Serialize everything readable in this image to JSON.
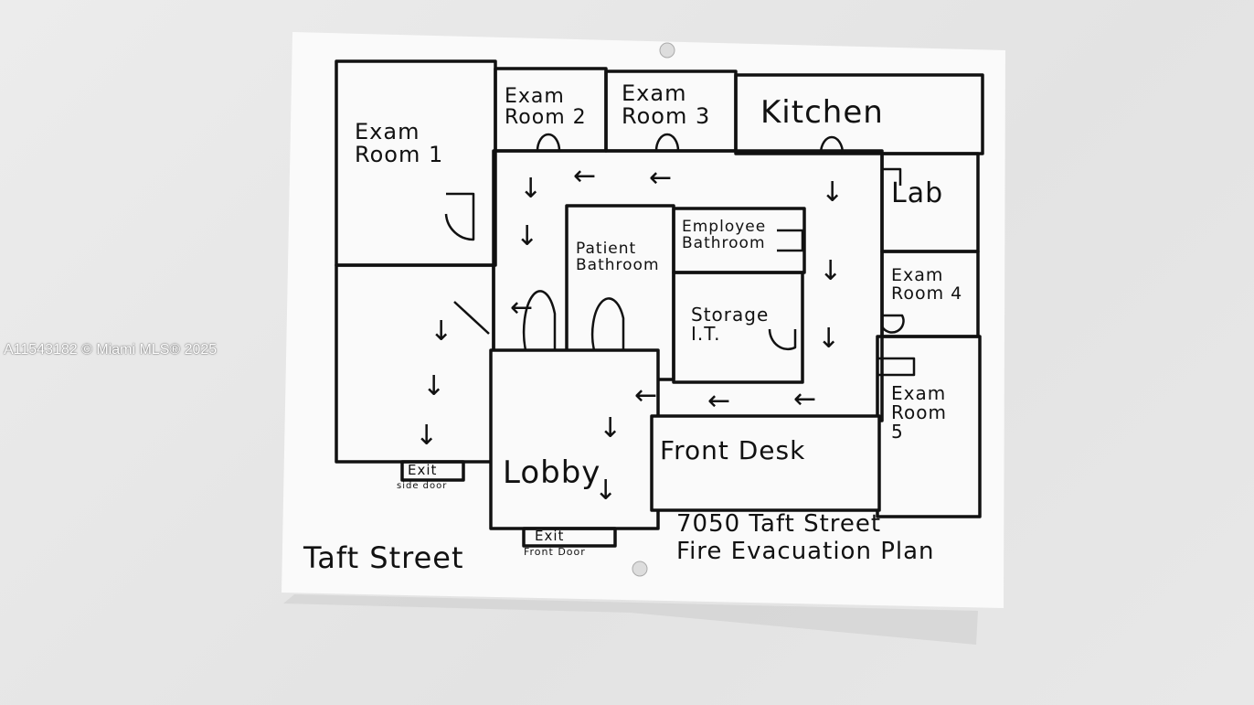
{
  "watermark": "A11543182 © Miami MLS® 2025",
  "plan": {
    "rooms": {
      "exam1": "Exam Room 1",
      "exam2": "Exam Room 2",
      "exam3": "Exam Room 3",
      "kitchen": "Kitchen",
      "lab": "Lab",
      "exam4": "Exam Room 4",
      "exam5": "Exam Room 5",
      "patient_bath": "Patient Bathroom",
      "employee_bath": "Employee Bathroom",
      "storage": "Storage I.T.",
      "lobby": "Lobby",
      "front_desk": "Front Desk"
    },
    "exits": {
      "side_label": "Exit",
      "side_sub": "side door",
      "front_label": "Exit",
      "front_sub": "Front Door"
    },
    "street": "Taft Street",
    "title_line1": "7050 Taft Street",
    "title_line2": "Fire Evacuation Plan"
  },
  "colors": {
    "ink": "#111111",
    "paper": "#fafafa",
    "wall": "#e9e9e9"
  }
}
